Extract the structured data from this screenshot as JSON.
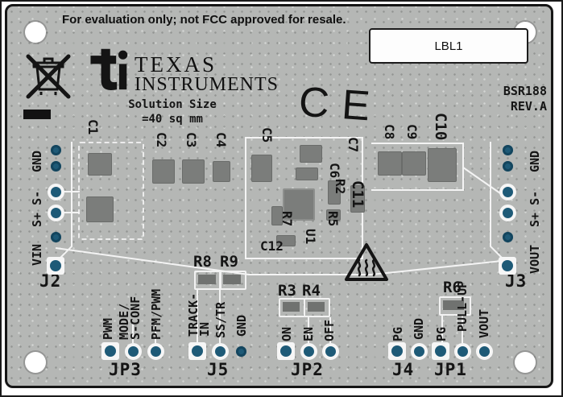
{
  "notice": "For evaluation only; not FCC approved for resale.",
  "label_box": "LBL1",
  "logo": {
    "line1": "TEXAS",
    "line2": "INSTRUMENTS"
  },
  "solution_size": {
    "line1": "Solution Size",
    "line2": "=40 sq mm"
  },
  "ce_mark": "CE",
  "board_id": "BSR188",
  "board_rev": "REV.A",
  "refdes": {
    "C1": "C1",
    "C2": "C2",
    "C3": "C3",
    "C4": "C4",
    "C5": "C5",
    "C6": "C6",
    "C7": "C7",
    "C8": "C8",
    "C9": "C9",
    "C10": "C10",
    "C11": "C11",
    "C12": "C12",
    "R2": "R2",
    "R3": "R3",
    "R4": "R4",
    "R5": "R5",
    "R6": "R6",
    "R7": "R7",
    "R8": "R8",
    "R9": "R9",
    "U1": "U1"
  },
  "connectors": {
    "J2": "J2",
    "J3": "J3",
    "J4": "J4",
    "J5": "J5",
    "JP1": "JP1",
    "JP2": "JP2",
    "JP3": "JP3"
  },
  "pins": {
    "left": {
      "gnd": "GND",
      "sense": "S+ S-",
      "vin": "VIN"
    },
    "right": {
      "gnd": "GND",
      "sense": "S+ S-",
      "vout": "VOUT"
    },
    "jp3": {
      "pwm": "PWM",
      "mode": "MODE/\nS-CONF",
      "pfm": "PFM/PWM"
    },
    "j5": {
      "track": "TRACK-\nIN",
      "sstr": "SS/TR",
      "gnd": "GND"
    },
    "jp2": {
      "on": "ON",
      "en": "EN",
      "off": "OFF"
    },
    "j4": {
      "pg": "PG",
      "gnd": "GND"
    },
    "jp1": {
      "pg": "PG",
      "pullup": "PULL-UP",
      "vout": "VOUT"
    }
  },
  "symbols": {
    "weee": "weee-crossed-out-bin",
    "hot_surface": "hot-surface-warning",
    "ti_emblem": "ti"
  },
  "colors": {
    "board": "#b5b7b5",
    "silkscreen": "#151515",
    "trace": "#f4f4f4",
    "pad": "#1e5a77",
    "component": "#7b7d7b"
  }
}
